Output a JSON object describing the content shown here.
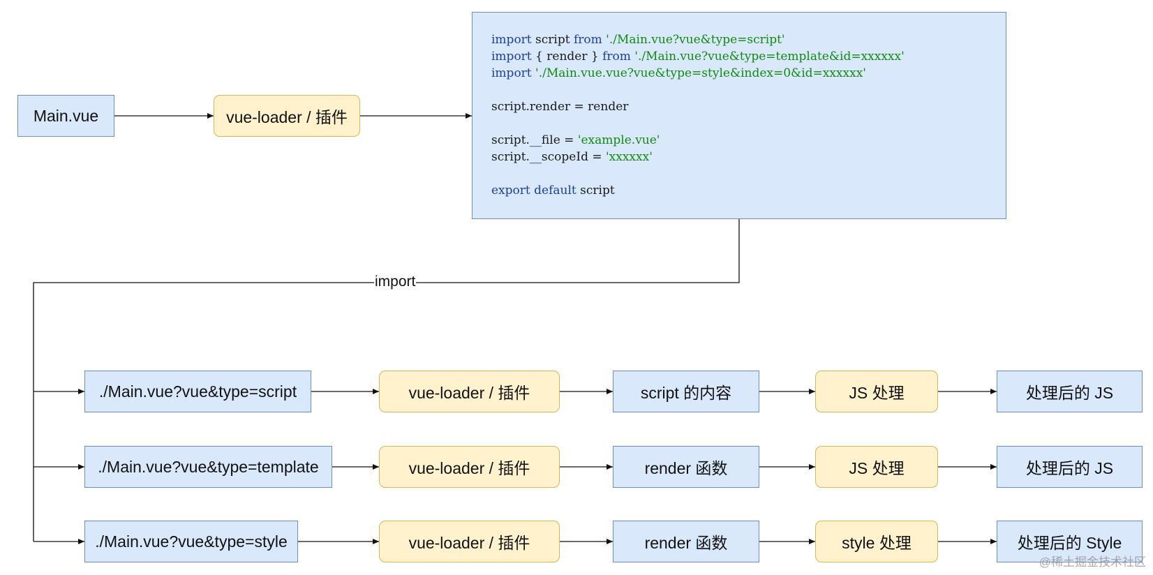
{
  "top": {
    "source": "Main.vue",
    "loader": "vue-loader / 插件"
  },
  "code": {
    "lines": [
      [
        {
          "t": "import",
          "c": "kw"
        },
        {
          "t": " script ",
          "c": ""
        },
        {
          "t": "from",
          "c": "kw"
        },
        {
          "t": " './Main.vue?vue&type=script'",
          "c": "str"
        }
      ],
      [
        {
          "t": "import",
          "c": "kw"
        },
        {
          "t": " { render } ",
          "c": ""
        },
        {
          "t": "from",
          "c": "kw"
        },
        {
          "t": " './Main.vue?vue&type=template&id=xxxxxx'",
          "c": "str"
        }
      ],
      [
        {
          "t": "import",
          "c": "kw"
        },
        {
          "t": " './Main.vue.vue?vue&type=style&index=0&id=xxxxxx'",
          "c": "str"
        }
      ],
      [],
      [
        {
          "t": "script.render = render",
          "c": ""
        }
      ],
      [],
      [
        {
          "t": "script.__file = ",
          "c": ""
        },
        {
          "t": "'example.vue'",
          "c": "str"
        }
      ],
      [
        {
          "t": "script.__scopeId = ",
          "c": ""
        },
        {
          "t": "'xxxxxx'",
          "c": "str"
        }
      ],
      [],
      [
        {
          "t": "export",
          "c": "kw"
        },
        {
          "t": " ",
          "c": ""
        },
        {
          "t": "default",
          "c": "kw"
        },
        {
          "t": " script",
          "c": ""
        }
      ]
    ]
  },
  "import_label": "import",
  "rows": [
    {
      "request": "./Main.vue?vue&type=script",
      "loader": "vue-loader / 插件",
      "content": "script 的内容",
      "process": "JS 处理",
      "result": "处理后的 JS"
    },
    {
      "request": "./Main.vue?vue&type=template",
      "loader": "vue-loader / 插件",
      "content": "render 函数",
      "process": "JS 处理",
      "result": "处理后的 JS"
    },
    {
      "request": "./Main.vue?vue&type=style",
      "loader": "vue-loader / 插件",
      "content": "render 函数",
      "process": "style 处理",
      "result": "处理后的 Style"
    }
  ],
  "watermark": "@稀土掘金技术社区",
  "colors": {
    "blue_fill": "#dae8fc",
    "blue_stroke": "#6c8ebf",
    "yellow_fill": "#fff2cc",
    "yellow_stroke": "#d6b656"
  }
}
